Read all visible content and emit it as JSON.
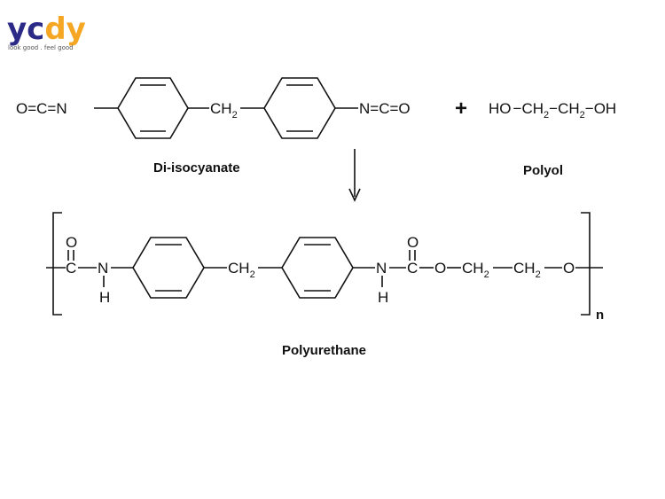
{
  "logo": {
    "letters": [
      "y",
      "c",
      "d",
      "y"
    ],
    "tagline": "look good . feel good",
    "colors": {
      "primary": "#2b2a87",
      "accent": "#f5a623"
    }
  },
  "reactants": {
    "diisocyanate": {
      "left_group": "O=C=N",
      "bridge_main": "CH",
      "bridge_sub": "2",
      "right_group": "N=C=O",
      "caption": "Di-isocyanate"
    },
    "plus": "+",
    "polyol": {
      "formula": [
        "HO",
        "CH",
        "2",
        "CH",
        "2",
        "OH"
      ],
      "caption": "Polyol"
    }
  },
  "product": {
    "left_carbonyl_O": "O",
    "left_C": "C",
    "left_N": "N",
    "left_H": "H",
    "bridge_main": "CH",
    "bridge_sub": "2",
    "right_N": "N",
    "right_H": "H",
    "right_C": "C",
    "right_carbonyl_O": "O",
    "ester_O": "O",
    "chain_ch_a": "CH",
    "chain_sub_a": "2",
    "chain_ch_b": "CH",
    "chain_sub_b": "2",
    "end_O": "O",
    "repeat": "n",
    "caption": "Polyurethane"
  }
}
